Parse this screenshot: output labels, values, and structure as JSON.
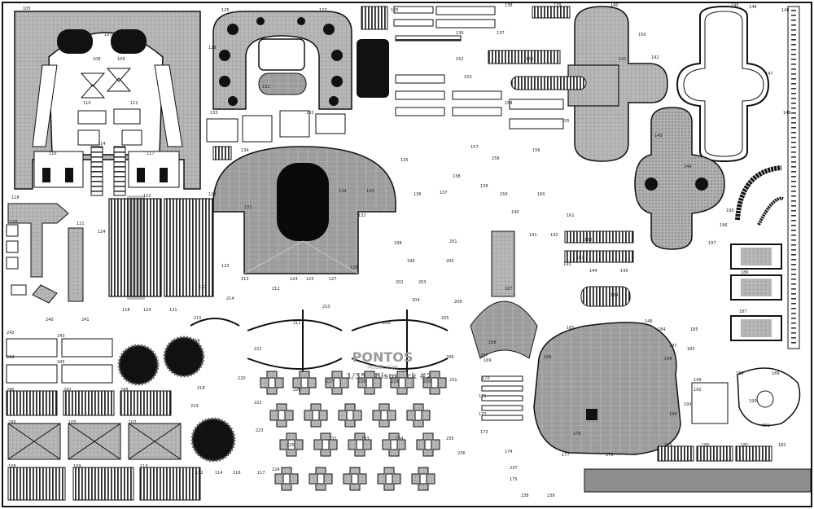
{
  "brand": "PONTOS",
  "website": "MODEL.COM",
  "kit_title": "1/350 Bismarck #2",
  "colors": {
    "metal": "#a9a9a9",
    "dark": "#111111",
    "hatch": "#8c8c8c",
    "background": "#ffffff"
  },
  "part_numbers": [
    "105",
    "107",
    "108",
    "109",
    "110",
    "112",
    "114",
    "116",
    "117",
    "118",
    "120",
    "121",
    "122",
    "123",
    "124",
    "125",
    "127",
    "128",
    "131",
    "132",
    "133",
    "134",
    "135",
    "136",
    "137",
    "138",
    "139",
    "140",
    "141",
    "142",
    "143",
    "144",
    "145",
    "146",
    "147",
    "148",
    "149",
    "150",
    "151",
    "152",
    "153",
    "154",
    "155",
    "156",
    "157",
    "158",
    "159",
    "160",
    "161",
    "162",
    "163",
    "164",
    "165",
    "166",
    "167",
    "168",
    "169",
    "170",
    "171",
    "172",
    "173",
    "174",
    "175",
    "176",
    "177",
    "178",
    "179",
    "180",
    "181",
    "182",
    "183",
    "184",
    "185",
    "186",
    "187",
    "188",
    "189",
    "190",
    "191",
    "192",
    "193",
    "194",
    "195",
    "196",
    "197",
    "198",
    "199",
    "200",
    "201",
    "202",
    "203",
    "204",
    "205",
    "206",
    "207",
    "208",
    "209",
    "210",
    "211",
    "212",
    "213",
    "214",
    "215",
    "216",
    "217",
    "218",
    "219",
    "220",
    "221",
    "222",
    "223",
    "224",
    "225",
    "226",
    "227",
    "228",
    "229",
    "230",
    "231",
    "232",
    "233",
    "234",
    "235",
    "236",
    "237",
    "238",
    "239",
    "240",
    "241",
    "242",
    "243",
    "244",
    "245",
    "246",
    "247",
    "248",
    "249"
  ]
}
